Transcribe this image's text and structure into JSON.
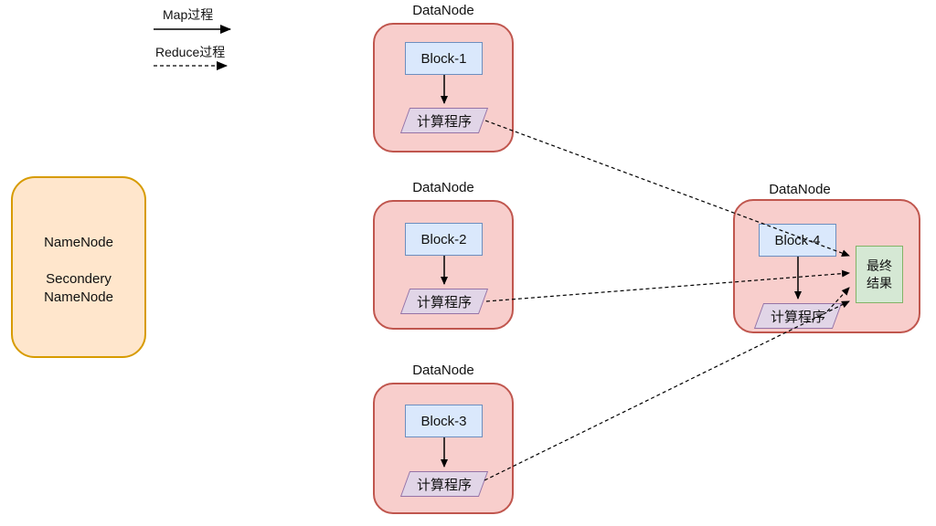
{
  "legend": {
    "map_label": "Map过程",
    "reduce_label": "Reduce过程"
  },
  "namenode": {
    "line1": "NameNode",
    "line2": "Secondery",
    "line3": "NameNode"
  },
  "datanodes": [
    {
      "title": "DataNode",
      "block": "Block-1",
      "program": "计算程序"
    },
    {
      "title": "DataNode",
      "block": "Block-2",
      "program": "计算程序"
    },
    {
      "title": "DataNode",
      "block": "Block-3",
      "program": "计算程序"
    },
    {
      "title": "DataNode",
      "block": "Block-4",
      "program": "计算程序",
      "result_line1": "最终",
      "result_line2": "结果"
    }
  ],
  "colors": {
    "datanode_fill": "#F8CECC",
    "datanode_border": "#C0564E",
    "block_fill": "#DAE8FC",
    "block_border": "#6C8EBF",
    "program_fill": "#E1D5E7",
    "program_border": "#9673A6",
    "result_fill": "#D5E8D4",
    "result_border": "#82B366",
    "namenode_fill": "#FFE6CC",
    "namenode_border": "#D79B00",
    "arrow_color": "#000000"
  }
}
